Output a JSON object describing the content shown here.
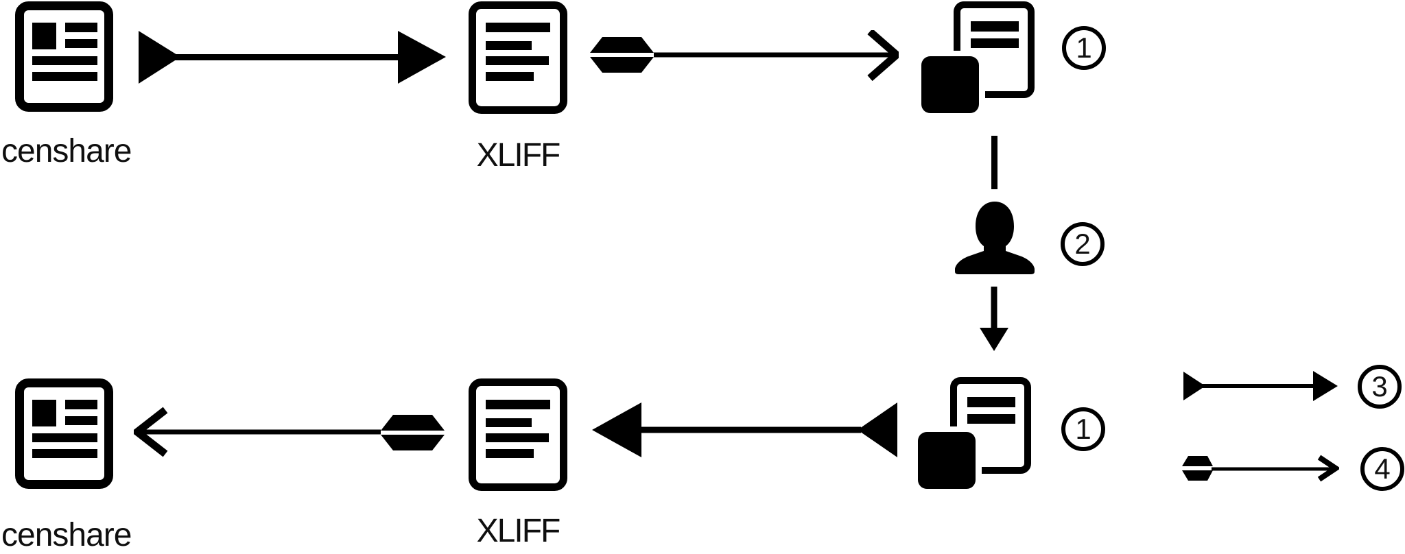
{
  "colors": {
    "ink": "#000000",
    "background": "#ffffff"
  },
  "top_flow": {
    "censhare": {
      "label": "censhare"
    },
    "xliff": {
      "label": "XLIFF"
    },
    "copy_badge": "1"
  },
  "middle": {
    "translator_badge": "2"
  },
  "bottom_flow": {
    "censhare": {
      "label": "censhare"
    },
    "xliff": {
      "label": "XLIFF"
    },
    "copy_badge": "1"
  },
  "legend": {
    "solid_arrow_badge": "3",
    "feathered_arrow_badge": "4"
  },
  "icons": {
    "censhare": "censhare-document-icon",
    "xliff": "xliff-document-icon",
    "copy": "copy-documents-icon",
    "person": "translator-person-icon"
  }
}
